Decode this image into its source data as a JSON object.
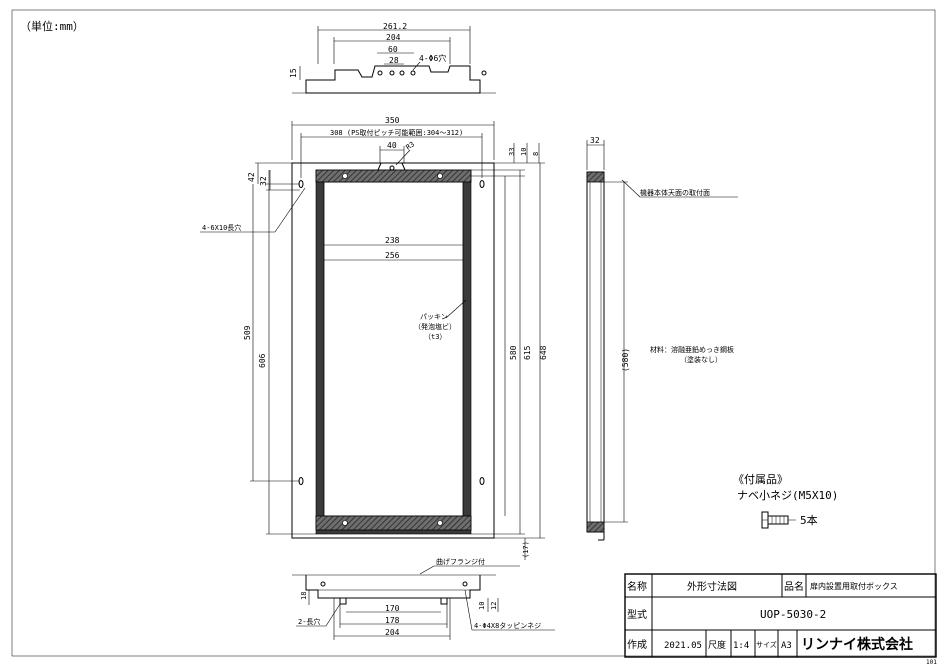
{
  "unit_note": "（単位:mm）",
  "top_view": {
    "dims": [
      "261.2",
      "204",
      "60",
      "28",
      "15"
    ],
    "hole_note": "4-Φ6穴"
  },
  "front_view": {
    "dims": {
      "width_350": "350",
      "pitch": "308 (PS取付ピッチ可能範囲:304～312)",
      "d40": "40",
      "r3": "R3",
      "d42": "42",
      "d32": "32",
      "d33": "33",
      "d10": "10",
      "d8": "8",
      "d238": "238",
      "d256": "256",
      "d509": "509",
      "d606": "606",
      "d580": "580",
      "d615": "615",
      "d648": "648",
      "d17": "(17)"
    },
    "slot_note": "4-6X10長穴",
    "gasket": [
      "パッキン",
      "（発泡塩ビ）",
      "（t3）"
    ]
  },
  "side_view": {
    "d32": "32",
    "d580p": "(580)",
    "mount_note": "機器本体天面の取付面",
    "material": [
      "材料：溶融亜鉛めっき鋼板",
      "（塗装なし）"
    ]
  },
  "bottom_view": {
    "flange_note": "曲げフランジ付",
    "dims": [
      "18",
      "170",
      "178",
      "204",
      "10",
      "12"
    ],
    "hole_note": "2-長穴",
    "screw_note": "4-Φ4X8タッピンネジ"
  },
  "accessories": {
    "title": "《付属品》",
    "item": "ナベ小ネジ(M5X10)",
    "qty": "5本"
  },
  "title_block": {
    "name_label": "名称",
    "name_value": "外形寸法図",
    "product_label": "品名",
    "product_value": "扉内設置用取付ボックス",
    "model_label": "型式",
    "model_value": "UOP-5030-2",
    "created_label": "作成",
    "created_value": "2021.05",
    "scale_label": "尺度",
    "scale_value": "1:4",
    "size_label": "サイズ",
    "size_value": "A3",
    "company": "リンナイ株式会社",
    "sheet_no": "101"
  }
}
